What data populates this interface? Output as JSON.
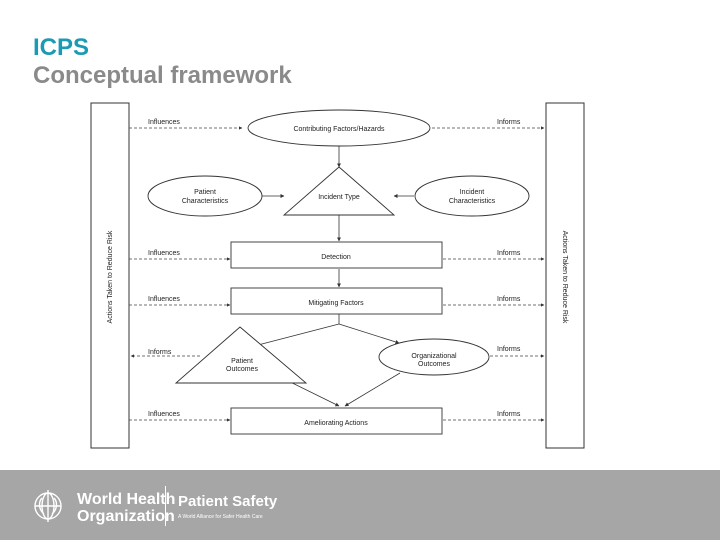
{
  "slide": {
    "title": "ICPS",
    "subtitle": "Conceptual framework"
  },
  "diagram": {
    "side_left_label": "Actions Taken to Reduce Risk",
    "side_right_label": "Actions Taken to Reduce Risk",
    "nodes": {
      "contributing": "Contributing Factors/Hazards",
      "patient_char": [
        "Patient",
        "Characteristics"
      ],
      "incident_type": "Incident Type",
      "incident_char": [
        "Incident",
        "Characteristics"
      ],
      "detection": "Detection",
      "mitigating": "Mitigating Factors",
      "patient_outcomes": [
        "Patient",
        "Outcomes"
      ],
      "org_outcomes": [
        "Organizational",
        "Outcomes"
      ],
      "ameliorating": "Ameliorating Actions"
    },
    "left_labels": [
      "Influences",
      "Influences",
      "Influences",
      "Informs",
      "Influences"
    ],
    "right_labels": [
      "Informs",
      "Informs",
      "Informs",
      "Informs",
      "Informs"
    ]
  },
  "footer": {
    "org_line1": "World Health",
    "org_line2": "Organization",
    "program": "Patient Safety",
    "tagline": "A World Alliance for Safer Health Care"
  },
  "colors": {
    "title": "#1a9bb3",
    "subtitle": "#8a8a8a",
    "footer_bg": "#a6a6a6"
  }
}
